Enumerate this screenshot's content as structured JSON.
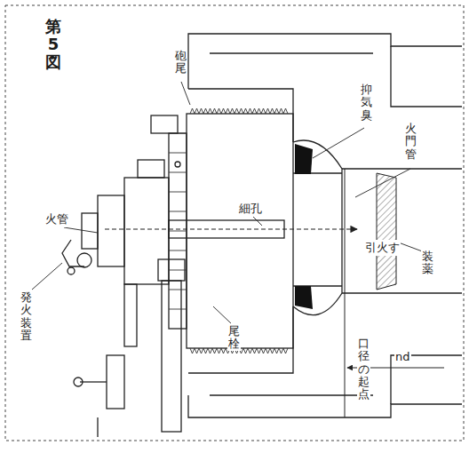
{
  "diagram": {
    "title": "第5図",
    "labels": [
      "砲尾",
      "抑気臭",
      "火門管",
      "細孔",
      "火管",
      "引火す",
      "装薬",
      "発火装置",
      "尾栓",
      "nd",
      "口径の起点"
    ]
  }
}
